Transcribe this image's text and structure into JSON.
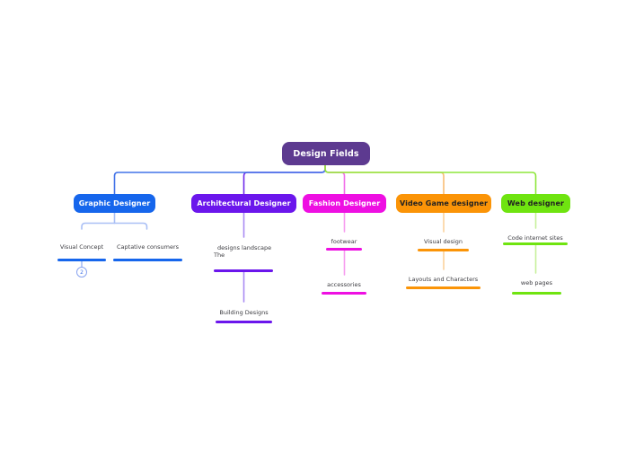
{
  "root": {
    "label": "Design Fields",
    "fill": "#5d3a90",
    "text_color": "#ffffff"
  },
  "branches": [
    {
      "topic": "Graphic Designer",
      "color": "#1666ec",
      "connector_color": "#4273e8",
      "child_connector_color": "#a9bff5",
      "text_color": "#ffffff",
      "children": [
        {
          "label": "Visual Concept",
          "badge": "2"
        },
        {
          "label": "Captative consumers"
        }
      ]
    },
    {
      "topic": "Architectural Designer",
      "color": "#6b16ec",
      "connector_color": "#6f2beb",
      "child_connector_color": "#a98cf3",
      "text_color": "#ffffff",
      "children": [
        {
          "label": "designs landscape The",
          "lines": [
            "designs landscape",
            "The"
          ]
        },
        {
          "label": "Building Designs"
        }
      ]
    },
    {
      "topic": "Fashion Designer",
      "color": "#ee0fe2",
      "connector_color": "#f16de9",
      "child_connector_color": "#f79bef",
      "text_color": "#ffffff",
      "children": [
        {
          "label": "footwear"
        },
        {
          "label": "accessories"
        }
      ]
    },
    {
      "topic": "Video Game designer",
      "color": "#fb9407",
      "connector_color": "#f9bd74",
      "child_connector_color": "#fbd29c",
      "text_color": "#222222",
      "children": [
        {
          "label": "Visual design"
        },
        {
          "label": "Layouts and Characters"
        }
      ]
    },
    {
      "topic": "Web designer",
      "color": "#6fe410",
      "connector_color": "#8ee73c",
      "child_connector_color": "#c8f19b",
      "text_color": "#222222",
      "children": [
        {
          "label": "Code internet sites"
        },
        {
          "label": "web pages"
        }
      ]
    }
  ]
}
